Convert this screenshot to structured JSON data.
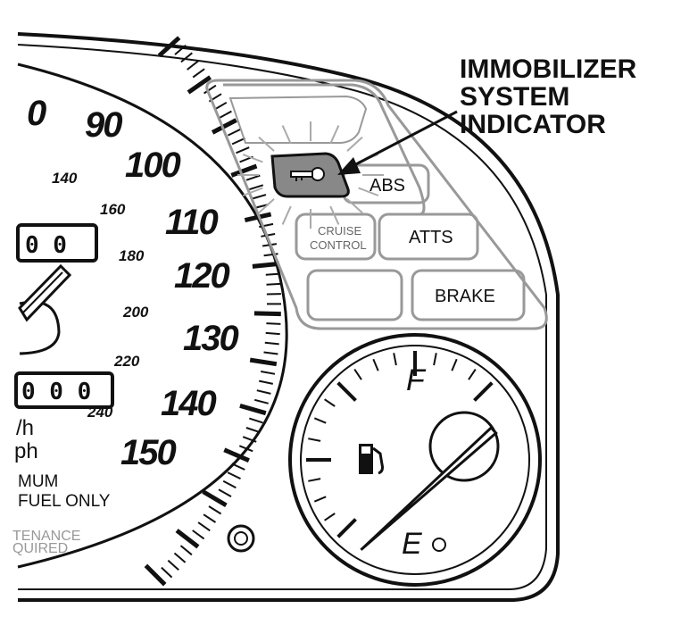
{
  "callout": {
    "line1": "IMMOBILIZER",
    "line2": "SYSTEM",
    "line3": "INDICATOR"
  },
  "speedometer": {
    "major_labels": [
      "0",
      "90",
      "100",
      "110",
      "120",
      "130",
      "140",
      "150"
    ],
    "minor_labels": [
      "140",
      "160",
      "180",
      "200",
      "220",
      "240"
    ],
    "trip_digits": "0 0",
    "odometer_digits": "0 0 0",
    "unit_kmh": "/h",
    "unit_mph": "ph",
    "warning_line1": "MUM",
    "warning_line2": "FUEL ONLY",
    "maintenance_line1": "TENANCE",
    "maintenance_line2": "QUIRED"
  },
  "indicators": {
    "abs": "ABS",
    "atts": "ATTS",
    "brake": "BRAKE",
    "cruise_line1": "CRUISE",
    "cruise_line2": "CONTROL",
    "immobilizer_icon": "key-icon"
  },
  "fuel_gauge": {
    "full": "F",
    "empty": "E",
    "icon": "fuel-pump-icon",
    "level": 0.0
  },
  "colors": {
    "ink": "#111111",
    "highlight": "#888888"
  }
}
